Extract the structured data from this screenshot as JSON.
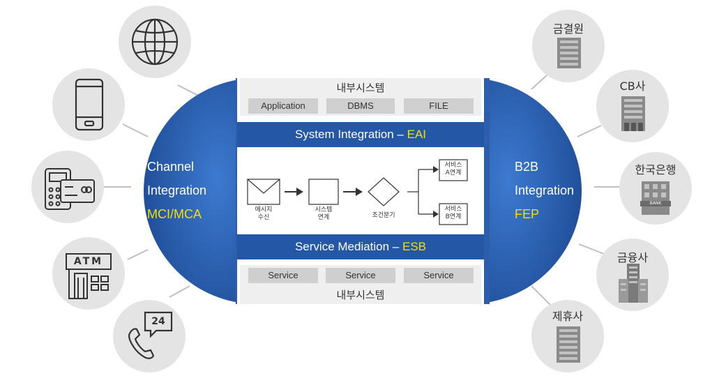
{
  "left_capsule": {
    "line1": "Channel",
    "line2": "Integration",
    "line3": "MCI/MCA"
  },
  "right_capsule": {
    "line1": "B2B",
    "line2": "Integration",
    "line3": "FEP"
  },
  "top_panel": {
    "title": "내부시스템",
    "boxes": [
      "Application",
      "DBMS",
      "FILE"
    ]
  },
  "eai_band": {
    "text": "System Integration – ",
    "accent": "EAI"
  },
  "flow": {
    "step1": {
      "line1": "메시지",
      "line2": "수신"
    },
    "step2": {
      "line1": "시스템",
      "line2": "연계"
    },
    "step3": {
      "line1": "조건분기"
    },
    "outA": {
      "line1": "서비스",
      "line2": "A연계"
    },
    "outB": {
      "line1": "서비스",
      "line2": "B연계"
    }
  },
  "esb_band": {
    "text": "Service Mediation – ",
    "accent": "ESB"
  },
  "bottom_panel": {
    "title": "내부시스템",
    "boxes": [
      "Service",
      "Service",
      "Service"
    ]
  },
  "left_icons": [
    "globe-icon",
    "smartphone-icon",
    "card-terminal-icon",
    "atm-icon",
    "phone-24-icon"
  ],
  "right_nodes": [
    {
      "label": "금결원"
    },
    {
      "label": "CB사"
    },
    {
      "label": "한국은행",
      "sign": "BANK"
    },
    {
      "label": "금융사"
    },
    {
      "label": "제휴사"
    }
  ],
  "atm_text": "ATM",
  "phone_badge": "24",
  "colors": {
    "capsule": "#2a5ba8",
    "band": "#2458a6",
    "accent": "#f5e000",
    "circle": "#e4e4e4"
  }
}
